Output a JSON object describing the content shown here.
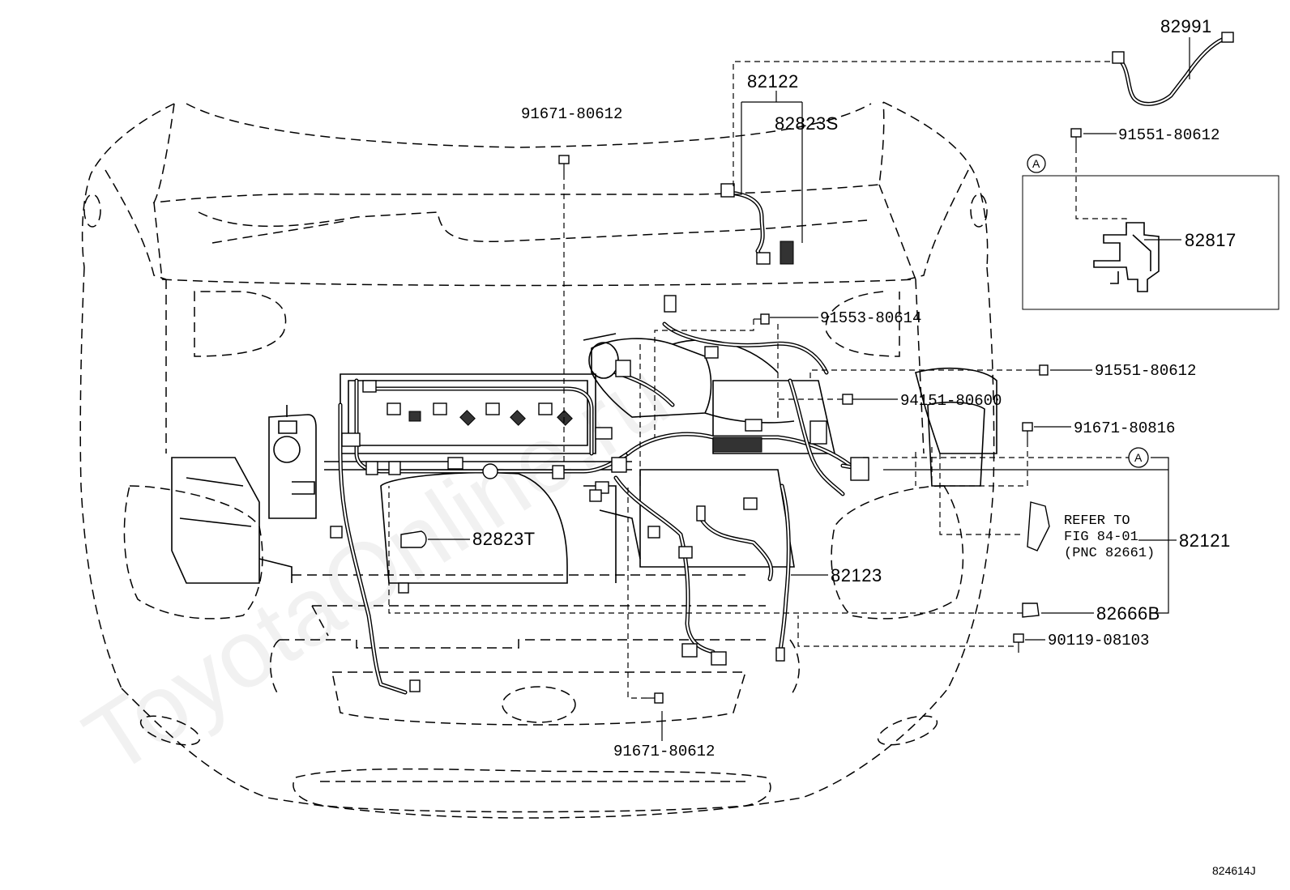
{
  "watermark": "ToyotaOnline.ru",
  "diagram_code": "824614J",
  "view_marker": "A",
  "parts": {
    "p82991": "82991",
    "p82122": "82122",
    "p82823S": "82823S",
    "p91671_top": "91671-80612",
    "p91551_top": "91551-80612",
    "p82817": "82817",
    "p91553": "91553-80614",
    "p91551_mid": "91551-80612",
    "p94151": "94151-80600",
    "p91671_816": "91671-80816",
    "p82823T": "82823T",
    "p82121": "82121",
    "p82123": "82123",
    "p82666B": "82666B",
    "p90119": "90119-08103",
    "p91671_bottom": "91671-80612"
  },
  "refer_note": {
    "line1": "REFER TO",
    "line2": "FIG 84-01",
    "line3": "(PNC 82661)"
  }
}
